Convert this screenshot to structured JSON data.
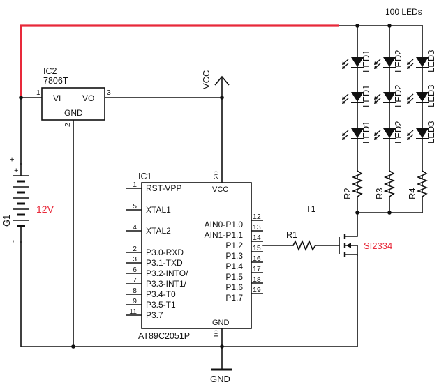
{
  "labels": {
    "leds_count": "100 LEDs",
    "ic2_ref": "IC2",
    "ic2_part": "7806T",
    "ic2_vi": "VI",
    "ic2_vo": "VO",
    "ic2_gnd": "GND",
    "ic2_pin1": "1",
    "ic2_pin2": "2",
    "ic2_pin3": "3",
    "vcc": "VCC",
    "battery_ref": "G1",
    "battery_voltage": "12V",
    "ic1_ref": "IC1",
    "ic1_part": "AT89C2051P",
    "ic1_vcc_pin": "20",
    "ic1_vcc_label": "VCC",
    "ic1_gnd_pin": "10",
    "ic1_gnd_label": "GND",
    "t1_ref": "T1",
    "t1_part": "SI2334",
    "r1": "R1",
    "r2": "R2",
    "r3": "R3",
    "r4": "R4",
    "led1": "LED1",
    "led2": "LED2",
    "led3": "LED3",
    "gnd": "GND",
    "plus": "+",
    "minus": "-"
  },
  "ic1_left_pins": [
    {
      "num": "1",
      "label": "RST-VPP"
    },
    {
      "num": "5",
      "label": "XTAL1"
    },
    {
      "num": "4",
      "label": "XTAL2"
    },
    {
      "num": "2",
      "label": "P3.0-RXD"
    },
    {
      "num": "3",
      "label": "P3.1-TXD"
    },
    {
      "num": "6",
      "label": "P3.2-INTO/"
    },
    {
      "num": "7",
      "label": "P3.3-INT1/"
    },
    {
      "num": "8",
      "label": "P3.4-T0"
    },
    {
      "num": "9",
      "label": "P3.5-T1"
    },
    {
      "num": "11",
      "label": "P3.7"
    }
  ],
  "ic1_right_pins": [
    {
      "num": "12",
      "label": "AIN0-P1.0"
    },
    {
      "num": "13",
      "label": "AIN1-P1.1"
    },
    {
      "num": "14",
      "label": "P1.2"
    },
    {
      "num": "15",
      "label": "P1.3"
    },
    {
      "num": "16",
      "label": "P1.4"
    },
    {
      "num": "17",
      "label": "P1.5"
    },
    {
      "num": "18",
      "label": "P1.6"
    },
    {
      "num": "19",
      "label": "P1.7"
    }
  ],
  "colors": {
    "wire": "#111111",
    "supply_wire": "#e8293a",
    "red_text": "#e8293a"
  }
}
